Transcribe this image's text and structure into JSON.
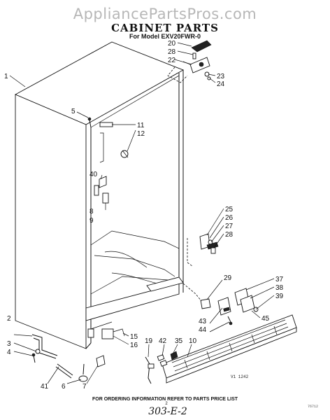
{
  "header": {
    "watermark": "AppliancePartsPros.com",
    "title": "CABINET PARTS",
    "subtitle": "For Model EXV20FWR-0"
  },
  "callouts": [
    {
      "id": "c1",
      "text": "1"
    },
    {
      "id": "c2",
      "text": "2"
    },
    {
      "id": "c3",
      "text": "3"
    },
    {
      "id": "c4",
      "text": "4"
    },
    {
      "id": "c5",
      "text": "5"
    },
    {
      "id": "c6",
      "text": "6"
    },
    {
      "id": "c7",
      "text": "7"
    },
    {
      "id": "c8",
      "text": "8"
    },
    {
      "id": "c9",
      "text": "9"
    },
    {
      "id": "c10",
      "text": "10"
    },
    {
      "id": "c11",
      "text": "11"
    },
    {
      "id": "c12",
      "text": "12"
    },
    {
      "id": "c15",
      "text": "15"
    },
    {
      "id": "c16",
      "text": "16"
    },
    {
      "id": "c19",
      "text": "19"
    },
    {
      "id": "c20",
      "text": "20"
    },
    {
      "id": "c22",
      "text": "22"
    },
    {
      "id": "c23",
      "text": "23"
    },
    {
      "id": "c24",
      "text": "24"
    },
    {
      "id": "c25",
      "text": "25"
    },
    {
      "id": "c26",
      "text": "26"
    },
    {
      "id": "c27",
      "text": "27"
    },
    {
      "id": "c28a",
      "text": "28"
    },
    {
      "id": "c28b",
      "text": "28"
    },
    {
      "id": "c29",
      "text": "29"
    },
    {
      "id": "c35",
      "text": "35"
    },
    {
      "id": "c37",
      "text": "37"
    },
    {
      "id": "c38",
      "text": "38"
    },
    {
      "id": "c39",
      "text": "39"
    },
    {
      "id": "c40",
      "text": "40"
    },
    {
      "id": "c41",
      "text": "41"
    },
    {
      "id": "c42",
      "text": "42"
    },
    {
      "id": "c43",
      "text": "43"
    },
    {
      "id": "c44",
      "text": "44"
    },
    {
      "id": "c45",
      "text": "45"
    }
  ],
  "figure_ref": "V1 1242",
  "footer": {
    "note": "FOR ORDERING INFORMATION REFER TO PARTS PRICE LIST",
    "page_number": "2",
    "handwritten": "303-E-2",
    "corner_code": "76712"
  }
}
